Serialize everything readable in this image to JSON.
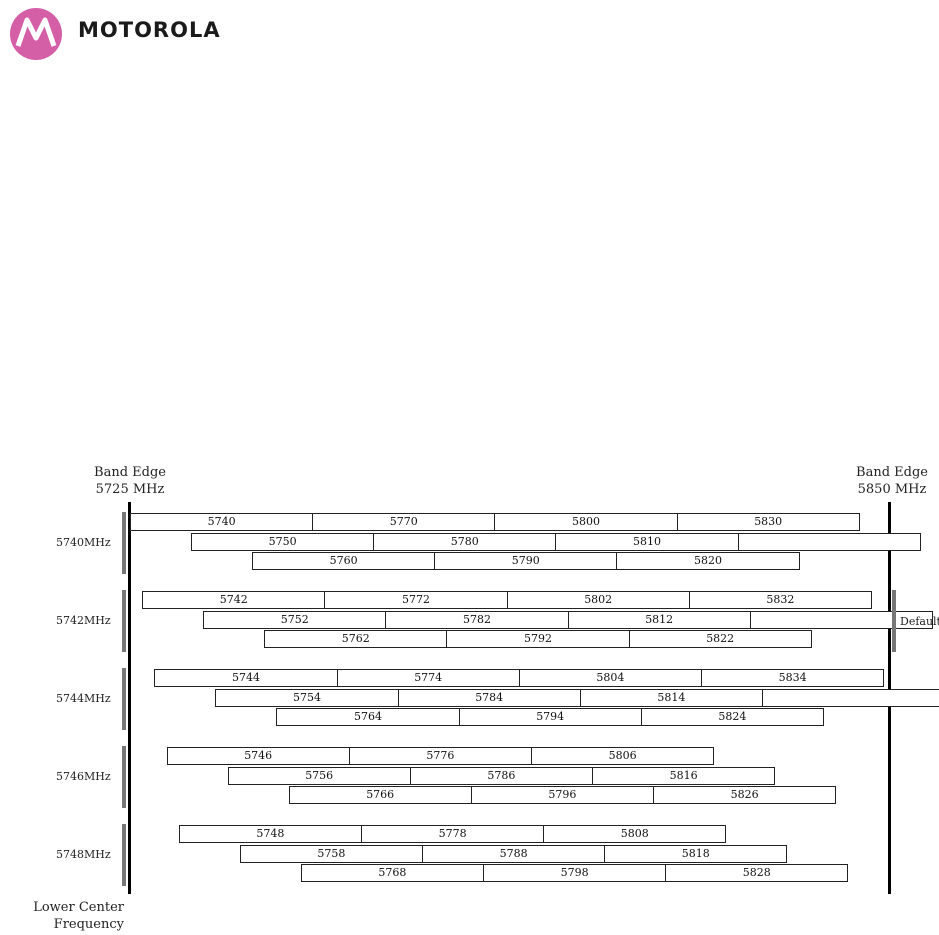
{
  "brand": {
    "name": "MOTOROLA",
    "logo_color": "#d45fa6"
  },
  "diagram": {
    "band_edge_left": {
      "line1": "Band Edge",
      "line2": "5725 MHz"
    },
    "band_edge_right": {
      "line1": "Band Edge",
      "line2": "5850 MHz"
    },
    "lower_center_label": {
      "line1": "Lower Center",
      "line2": "Frequency"
    },
    "default_label": "Default",
    "groups": [
      {
        "label": "5740MHz",
        "rows": [
          [
            "5740",
            "5770",
            "5800",
            "5830"
          ],
          [
            "5750",
            "5780",
            "5810",
            ""
          ],
          [
            "5760",
            "5790",
            "5820"
          ]
        ]
      },
      {
        "label": "5742MHz",
        "rows": [
          [
            "5742",
            "5772",
            "5802",
            "5832"
          ],
          [
            "5752",
            "5782",
            "5812",
            ""
          ],
          [
            "5762",
            "5792",
            "5822"
          ]
        ]
      },
      {
        "label": "5744MHz",
        "rows": [
          [
            "5744",
            "5774",
            "5804",
            "5834"
          ],
          [
            "5754",
            "5784",
            "5814",
            ""
          ],
          [
            "5764",
            "5794",
            "5824"
          ]
        ]
      },
      {
        "label": "5746MHz",
        "rows": [
          [
            "5746",
            "5776",
            "5806"
          ],
          [
            "5756",
            "5786",
            "5816"
          ],
          [
            "5766",
            "5796",
            "5826"
          ]
        ]
      },
      {
        "label": "5748MHz",
        "rows": [
          [
            "5748",
            "5778",
            "5808"
          ],
          [
            "5758",
            "5788",
            "5818"
          ],
          [
            "5768",
            "5798",
            "5828"
          ]
        ]
      }
    ]
  }
}
